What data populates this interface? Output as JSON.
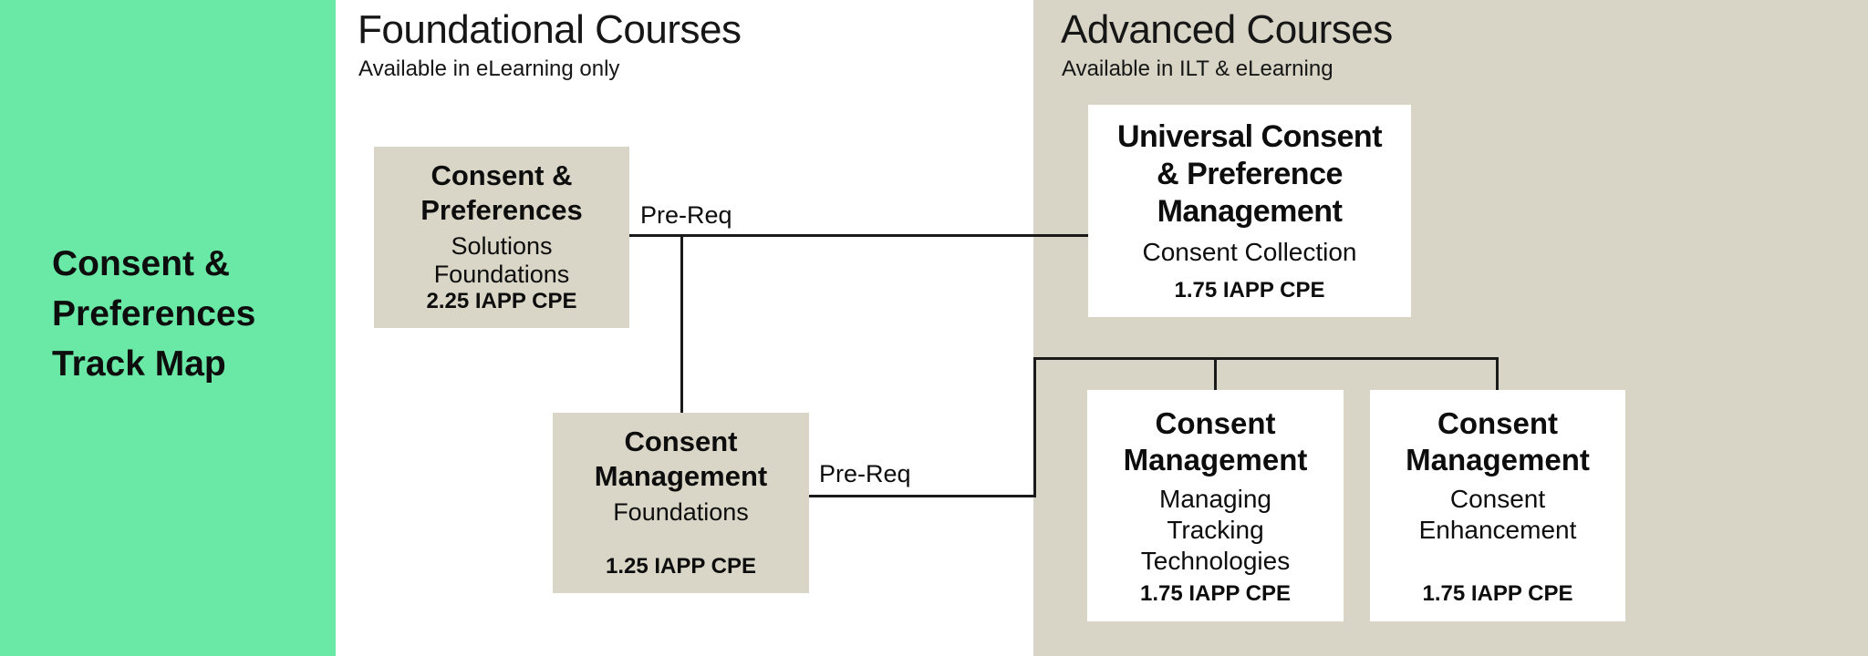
{
  "page_title": "Consent & Preferences Track Map",
  "sidebar": {
    "title": "Consent &\nPreferences\nTrack Map",
    "bg_color": "#6AE8A6"
  },
  "sections": {
    "foundational": {
      "title": "Foundational Courses",
      "subtitle": "Available in eLearning only",
      "bg_color": "#FFFFFF"
    },
    "advanced": {
      "title": "Advanced Courses",
      "subtitle": "Available in ILT & eLearning",
      "bg_color": "#D8D5C7"
    }
  },
  "connectors": {
    "prereq_labels": [
      "Pre-Req",
      "Pre-Req"
    ],
    "line_color": "#1A1A1A"
  },
  "courses": [
    {
      "title": "Consent &\nPreferences",
      "subtitle": "Solutions\nFoundations",
      "cpe": "2.25 IAPP CPE"
    },
    {
      "title": "Consent\nManagement",
      "subtitle": "Foundations",
      "cpe": "1.25 IAPP CPE"
    },
    {
      "title": "Universal Consent\n& Preference\nManagement",
      "subtitle": "Consent Collection",
      "cpe": "1.75 IAPP CPE"
    },
    {
      "title": "Consent\nManagement",
      "subtitle": "Managing\nTracking\nTechnologies",
      "cpe": "1.75 IAPP CPE"
    },
    {
      "title": "Consent\nManagement",
      "subtitle": "Consent\nEnhancement",
      "cpe": "1.75 IAPP CPE"
    }
  ]
}
